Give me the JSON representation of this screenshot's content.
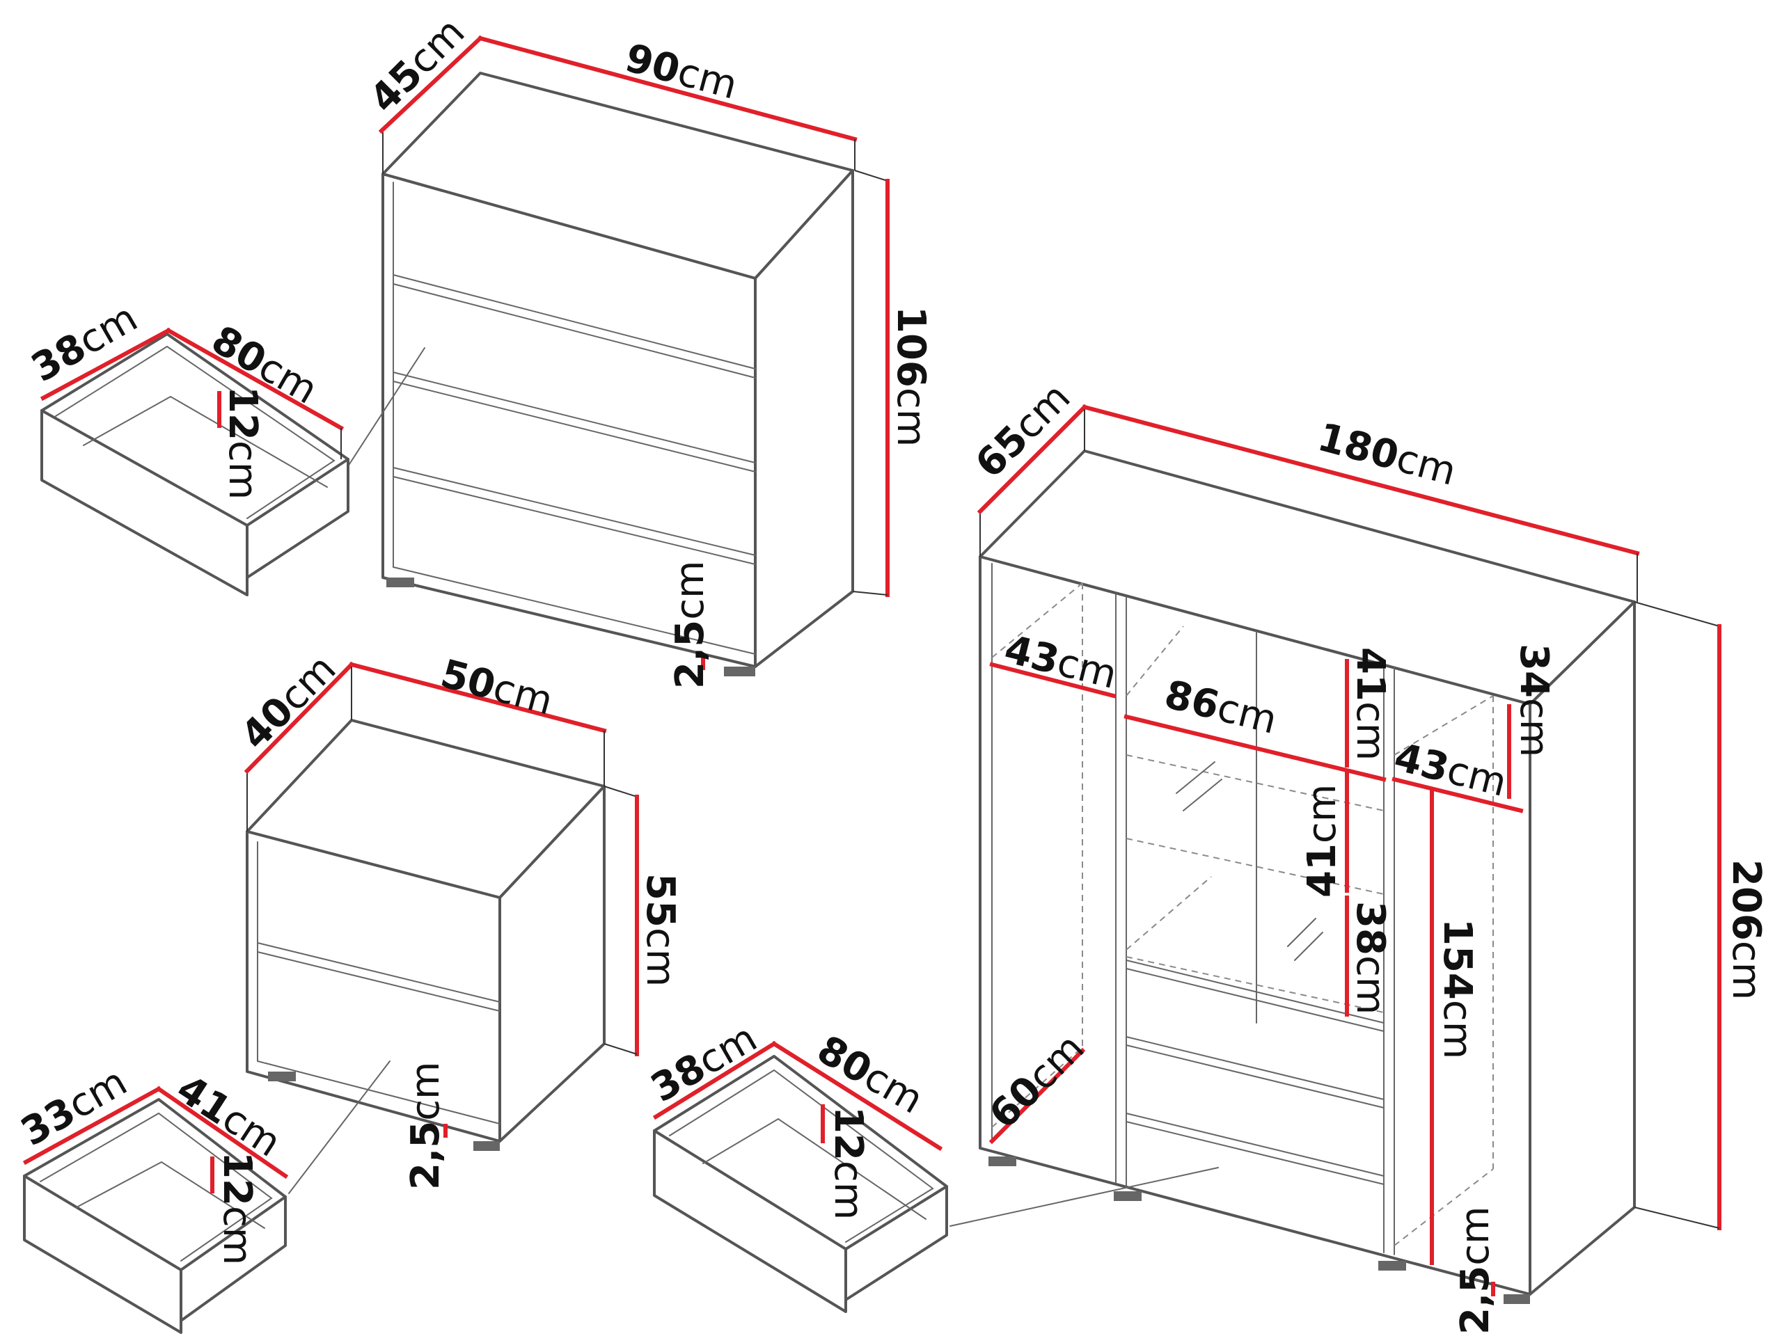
{
  "unit": "cm",
  "chest": {
    "width": "90",
    "depth": "45",
    "height": "106",
    "plinth": "2,5",
    "drawer": {
      "width": "80",
      "depth": "38",
      "height": "12"
    }
  },
  "nightstand": {
    "width": "50",
    "depth": "40",
    "height": "55",
    "plinth": "2,5",
    "drawer": {
      "width": "41",
      "depth": "33",
      "height": "12"
    }
  },
  "wardrobe": {
    "width": "180",
    "depth": "65",
    "height": "206",
    "plinth": "2,5",
    "left_shelf": "43",
    "left_depth": "60",
    "middle_width": "86",
    "middle_top": "41",
    "middle_mid": "41",
    "middle_low": "38",
    "right_top": "34",
    "right_shelf": "43",
    "right_hang": "154",
    "drawer": {
      "width": "80",
      "depth": "38",
      "height": "12"
    }
  }
}
